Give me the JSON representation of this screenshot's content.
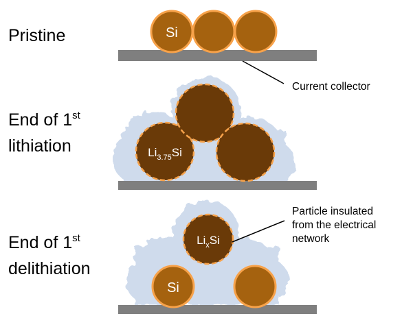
{
  "stages": {
    "pristine": {
      "label": "Pristine"
    },
    "lithiation": {
      "label_prefix": "End of 1",
      "label_sup": "st",
      "label_line2": "lithiation"
    },
    "delithiation": {
      "label_prefix": "End of 1",
      "label_sup": "st",
      "label_line2": "delithiation"
    }
  },
  "particles": {
    "si": "Si",
    "li375_base": "Li",
    "li375_sub": "3.75",
    "li375_tail": "Si",
    "lix_base": "Li",
    "lix_sub": "x",
    "lix_tail": "Si"
  },
  "annotations": {
    "collector": "Current collector",
    "insulated_line1": "Particle insulated",
    "insulated_line2": "from the electrical",
    "insulated_line3": "network"
  },
  "colors": {
    "collector": "#7f7f7f",
    "si_fill": "#a5620f",
    "si_stroke": "#f7a24a",
    "lithiated_fill": "#6a3a08",
    "sei": "#cfdbec"
  }
}
